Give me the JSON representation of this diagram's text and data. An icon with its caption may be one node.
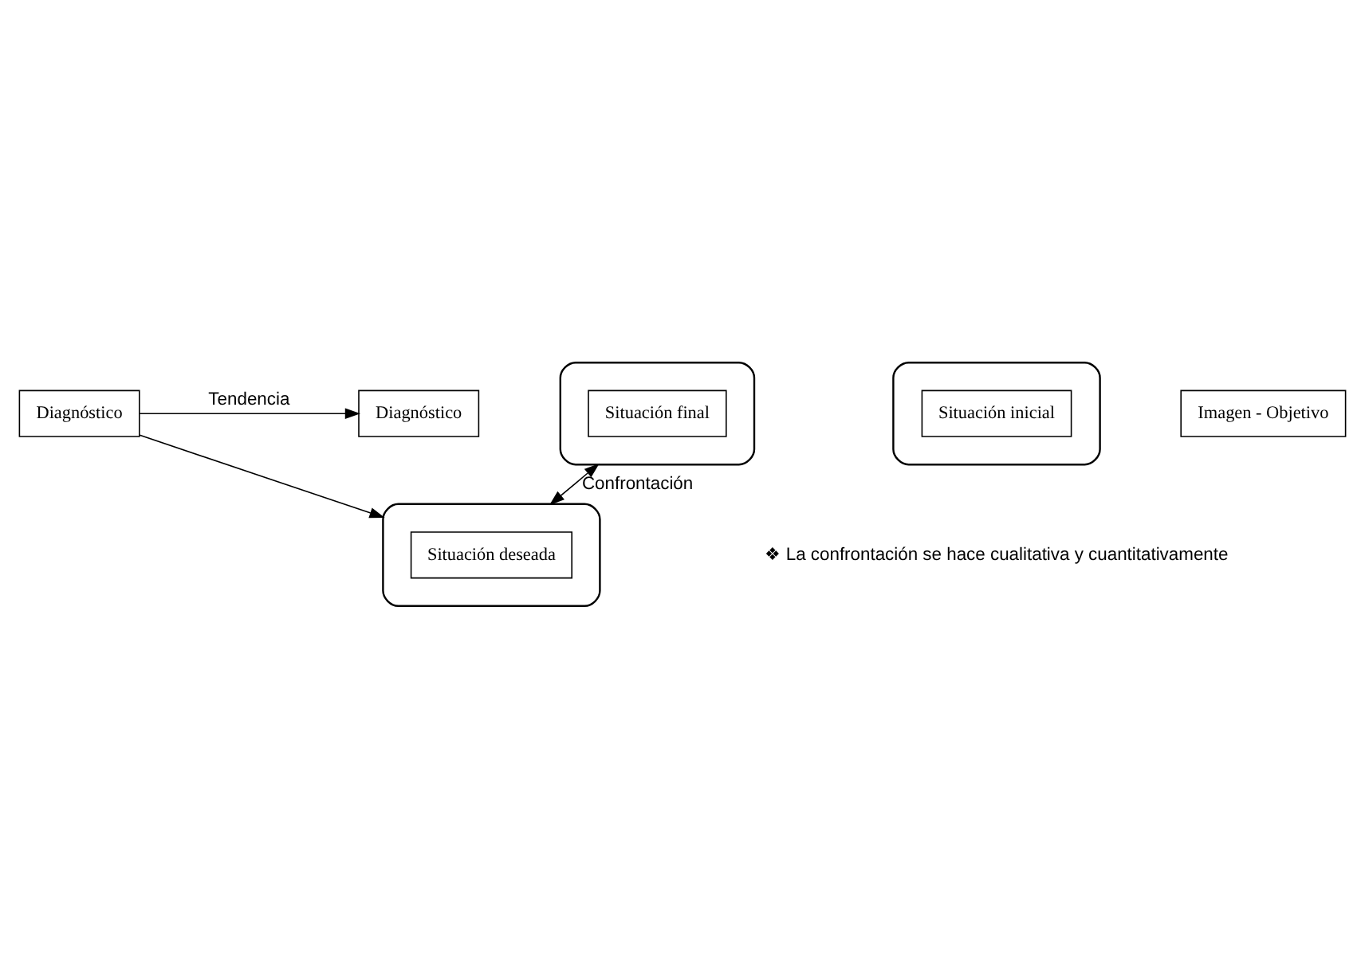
{
  "diagram": {
    "nodes": [
      {
        "text": [
          "Diagnóstico"
        ]
      },
      {
        "text": [
          "Diagnóstico"
        ]
      },
      {
        "text": [],
        "shape": "ellipse"
      },
      {
        "text": [
          "Situación inicial"
        ],
        "in": 2
      },
      {
        "text": [],
        "shape": "ellipse"
      },
      {
        "text": [
          "Situación final"
        ],
        "in": 4
      },
      {
        "text": [],
        "shape": "ellipse"
      },
      {
        "text": [
          "Situación deseada"
        ],
        "in": 6
      },
      {
        "text": [
          "Imagen - Objetivo"
        ]
      }
    ],
    "edges": [
      {
        "from": 0,
        "to": 1,
        "arrow": "to",
        "label": "Tendencia"
      },
      {
        "from": 0,
        "to": 6,
        "arrow": "to"
      },
      {
        "from": 4,
        "to": 6,
        "arrow": "both",
        "label": "Confrontación"
      }
    ],
    "labels": [
      "❖ La confrontación se hace cualitativa y cuantitativamente"
    ]
  }
}
